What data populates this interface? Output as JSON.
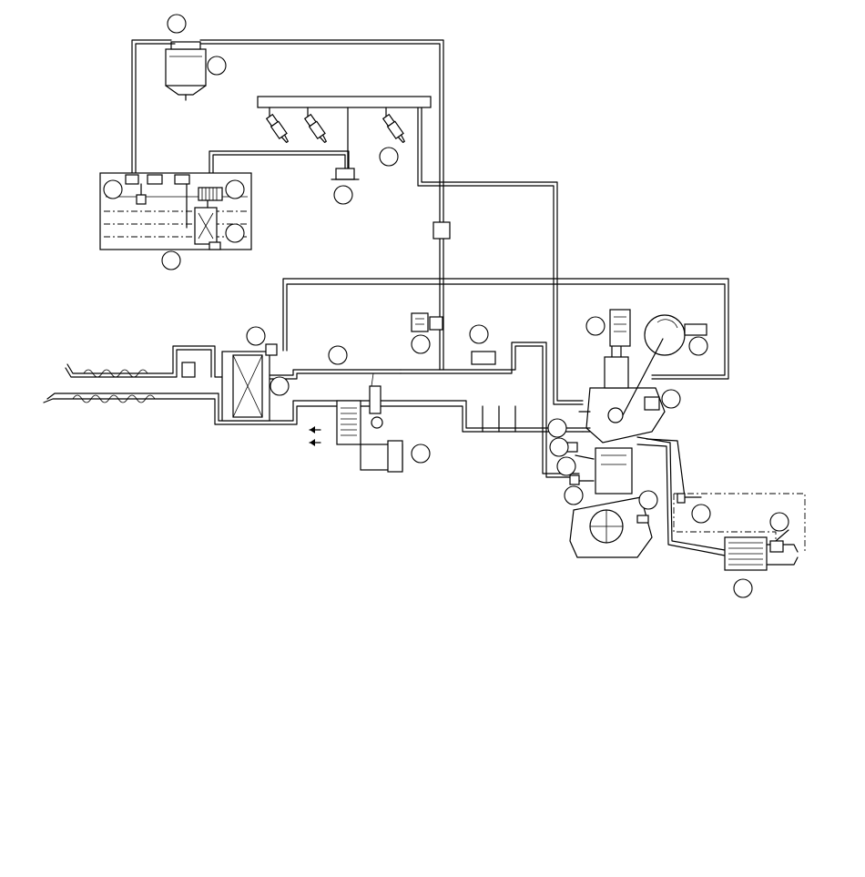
{
  "diagram": {
    "callouts": [
      {
        "id": "c1",
        "label": ""
      },
      {
        "id": "c2",
        "label": ""
      },
      {
        "id": "c3",
        "label": ""
      },
      {
        "id": "c4",
        "label": ""
      },
      {
        "id": "c5",
        "label": ""
      },
      {
        "id": "c6",
        "label": ""
      },
      {
        "id": "c7",
        "label": ""
      },
      {
        "id": "c8",
        "label": ""
      },
      {
        "id": "c9",
        "label": ""
      },
      {
        "id": "c10",
        "label": ""
      },
      {
        "id": "c11",
        "label": ""
      },
      {
        "id": "c12",
        "label": ""
      },
      {
        "id": "c13",
        "label": ""
      },
      {
        "id": "c14",
        "label": ""
      },
      {
        "id": "c15",
        "label": ""
      },
      {
        "id": "c16",
        "label": ""
      },
      {
        "id": "c17",
        "label": ""
      },
      {
        "id": "c18",
        "label": ""
      },
      {
        "id": "c19",
        "label": ""
      },
      {
        "id": "c20",
        "label": ""
      },
      {
        "id": "c21",
        "label": ""
      },
      {
        "id": "c22",
        "label": ""
      },
      {
        "id": "c23",
        "label": ""
      },
      {
        "id": "c24",
        "label": ""
      },
      {
        "id": "c25",
        "label": ""
      }
    ],
    "line_color": "#000000",
    "background_color": "#ffffff"
  }
}
